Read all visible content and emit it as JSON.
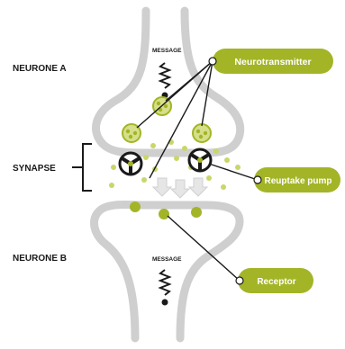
{
  "labels": {
    "neurone_a": "NEURONE A",
    "synapse": "SYNAPSE",
    "neurone_b": "NEURONE B",
    "message_a": "MESSAGE",
    "message_b": "MESSAGE"
  },
  "callouts": {
    "neurotransmitter": "Neurotransmitter",
    "reuptake_pump": "Reuptake pump",
    "receptor": "Receptor"
  },
  "colors": {
    "membrane": "#cfcfcf",
    "accent": "#a3b526",
    "accent_light": "#c9d66a",
    "ink": "#1a1a1a"
  }
}
